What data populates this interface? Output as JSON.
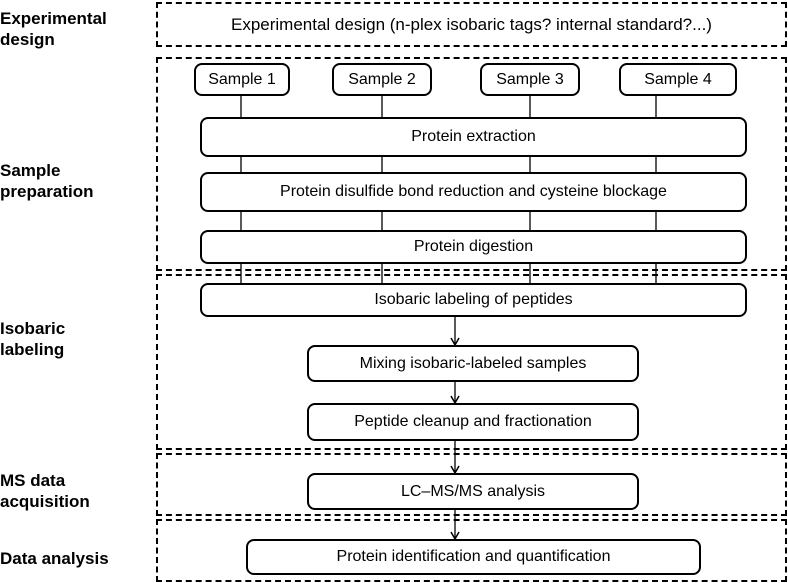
{
  "stages": {
    "experimental_design": "Experimental\ndesign",
    "sample_preparation": "Sample\npreparation",
    "isobaric_labeling": "Isobaric\nlabeling",
    "ms_data_acquisition": "MS data\nacquisition",
    "data_analysis": "Data analysis"
  },
  "design_text": "Experimental design (n-plex isobaric tags? internal standard?...)",
  "samples": [
    "Sample 1",
    "Sample 2",
    "Sample 3",
    "Sample 4"
  ],
  "steps": {
    "protein_extraction": "Protein extraction",
    "reduction": "Protein disulfide bond reduction and cysteine blockage",
    "digestion": "Protein digestion",
    "labeling": "Isobaric labeling of peptides",
    "mixing": "Mixing isobaric-labeled samples",
    "cleanup": "Peptide cleanup and fractionation",
    "lcms": "LC–MS/MS analysis",
    "identification": "Protein identification and quantification"
  }
}
